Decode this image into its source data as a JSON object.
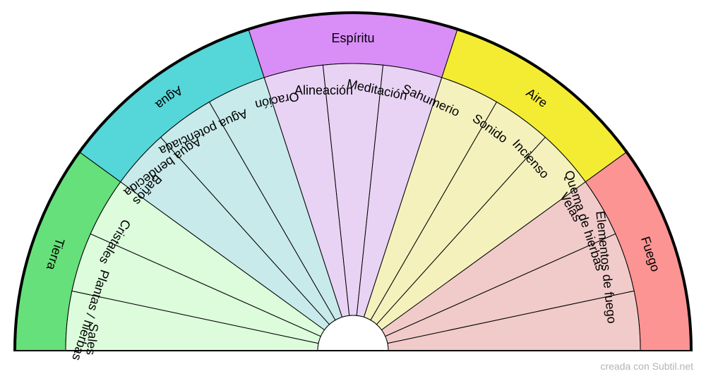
{
  "watermark": "creada con Subtil.net",
  "colors": {
    "outline": "#000000",
    "background": "#ffffff"
  },
  "groups": [
    {
      "name": "Tierra",
      "outer_color": "#66e07a",
      "inner_color": "#dcfcdc",
      "items": [
        "Sales",
        "Plantas / hierbas",
        "Cristales"
      ]
    },
    {
      "name": "Agua",
      "outer_color": "#55d6d8",
      "inner_color": "#c8eaeb",
      "items": [
        "Baños",
        "Agua bendecida",
        "Agua potenciada"
      ]
    },
    {
      "name": "Espíritu",
      "outer_color": "#d98ef7",
      "inner_color": "#e8d3f4",
      "items": [
        "Oración",
        "Alineación",
        "Meditación"
      ]
    },
    {
      "name": "Aire",
      "outer_color": "#f4ec33",
      "inner_color": "#f4f1bd",
      "items": [
        "Sahumerio",
        "Sonido",
        "Incienso"
      ]
    },
    {
      "name": "Fuego",
      "outer_color": "#fc9494",
      "inner_color": "#f0cbca",
      "items": [
        "Velas",
        "Quema de hierbas",
        "Elementos de fuego"
      ]
    }
  ]
}
